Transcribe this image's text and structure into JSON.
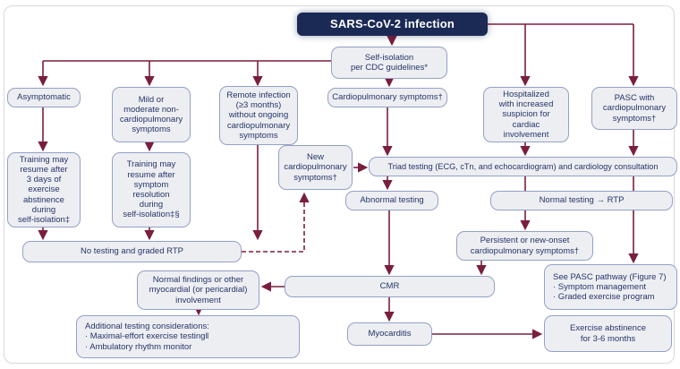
{
  "title": {
    "label": "SARS-CoV-2 infection"
  },
  "colors": {
    "arrow": "#7a1e3e",
    "node_fill": "#edeef2",
    "node_border": "#93a1c6",
    "node_text": "#253569",
    "title_bg": "#1b2a55",
    "title_text": "#ffffff"
  },
  "nodes": {
    "sars": "SARS-CoV-2 infection",
    "self_isolation": "Self-isolation\nper CDC guidelines*",
    "asymptomatic": "Asymptomatic",
    "mild_moderate": "Mild or\nmoderate non-\ncardiopulmonary\nsymptoms",
    "remote_infection": "Remote infection\n(≥3 months)\nwithout ongoing\ncardiopulmonary\nsymptoms",
    "cardiopulmonary_symptoms": "Cardiopulmonary symptoms†",
    "hospitalized": "Hospitalized\nwith increased\nsuspicion for\ncardiac\ninvolvement",
    "pasc": "PASC with\ncardiopulmonary\nsymptoms†",
    "training_asymptomatic": "Training may\nresume after\n3 days of\nexercise\nabstinence\nduring\nself-isolation‡",
    "training_mild": "Training may\nresume after\nsymptom\nresolution\nduring\nself-isolation‡§",
    "new_cardiopulmonary": "New\ncardiopulmonary\nsymptoms†",
    "triad_testing": "Triad testing (ECG, cTn, and echocardiogram) and cardiology consultation",
    "abnormal_testing": "Abnormal testing",
    "normal_testing_rtp": "Normal testing → RTP",
    "no_testing_graded_rtp": "No testing and graded RTP",
    "persistent_symptoms": "Persistent or new-onset\ncardiopulmonary symptoms†",
    "normal_findings": "Normal findings or other\nmyocardial (or pericardial)\ninvolvement",
    "cmr": "CMR",
    "see_pasc_pathway": "See PASC pathway (Figure 7)\n·  Symptom management\n·  Graded exercise program",
    "additional_testing": "Additional testing considerations:\n·  Maximal-effort exercise testing‖\n·  Ambulatory rhythm monitor",
    "myocarditis": "Myocarditis",
    "exercise_abstinence": "Exercise abstinence\nfor 3-6 months"
  }
}
